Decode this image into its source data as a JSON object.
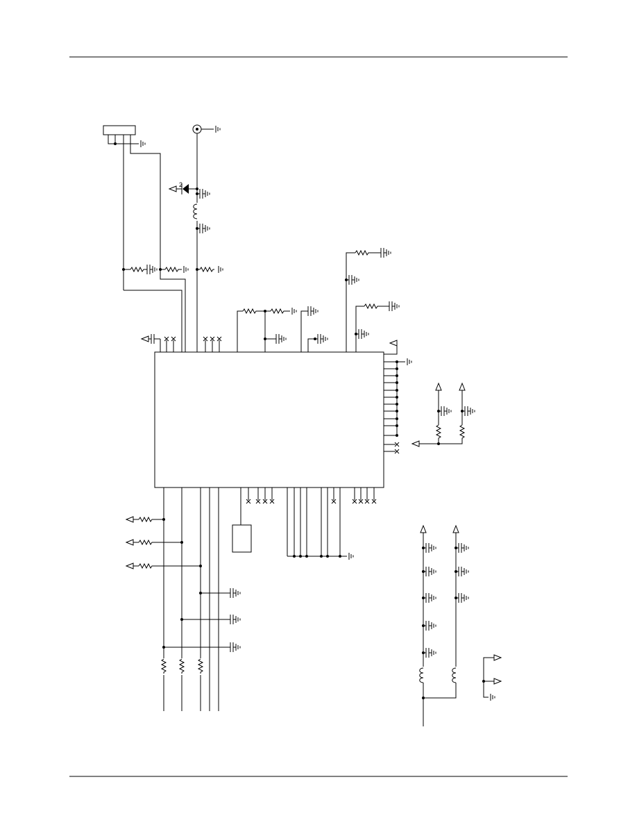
{
  "page": {
    "header_rule": true,
    "footer_rule": true
  },
  "schematic": {
    "ic_pin_marker": "1",
    "colors": {
      "ink": "#000000",
      "paper": "#ffffff"
    },
    "components": [
      "connector",
      "coax-jack",
      "diode",
      "ic",
      "crystal",
      "resistor",
      "capacitor",
      "inductor",
      "ground",
      "power-flag"
    ]
  }
}
